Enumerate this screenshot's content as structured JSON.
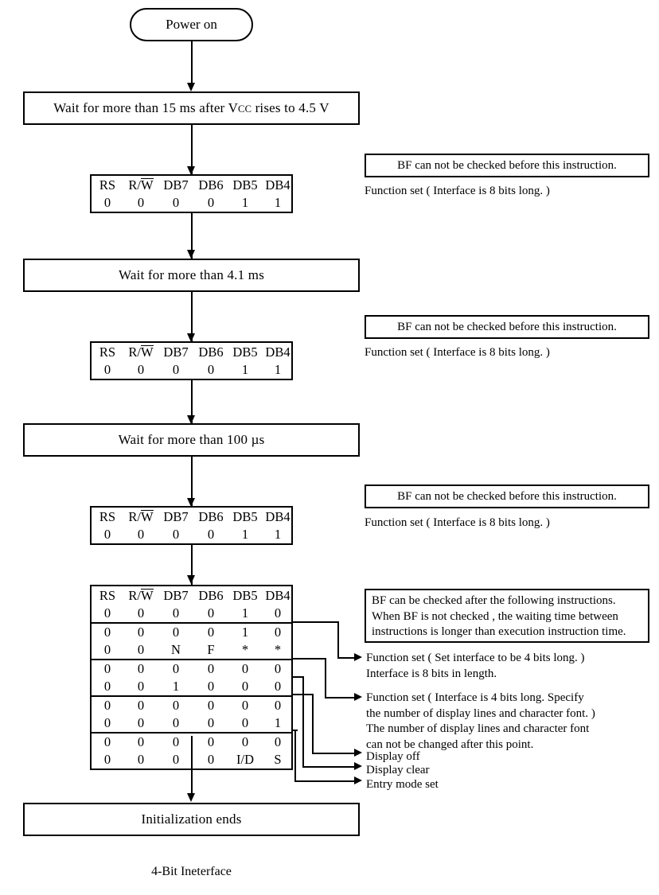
{
  "diagram": {
    "caption": "4-Bit Ineterface",
    "start": {
      "label": "Power on"
    },
    "waits": [
      {
        "label": "Wait for more than 15 ms after V",
        "sub": "CC",
        "label2": " rises to 4.5 V"
      },
      {
        "label": "Wait for more than 4.1 ms"
      },
      {
        "label": "Wait for more than 100 µs"
      }
    ],
    "end": {
      "label": "Initialization ends"
    },
    "table_headers": [
      "RS",
      "R/W",
      "DB7",
      "DB6",
      "DB5",
      "DB4"
    ],
    "header_overline_col": "W",
    "tables": [
      {
        "rows": [
          [
            "0",
            "0",
            "0",
            "0",
            "1",
            "1"
          ]
        ]
      },
      {
        "rows": [
          [
            "0",
            "0",
            "0",
            "0",
            "1",
            "1"
          ]
        ]
      },
      {
        "rows": [
          [
            "0",
            "0",
            "0",
            "0",
            "1",
            "1"
          ]
        ]
      }
    ],
    "main_table": {
      "groups": [
        {
          "rows": [
            [
              "0",
              "0",
              "0",
              "0",
              "1",
              "0"
            ]
          ]
        },
        {
          "rows": [
            [
              "0",
              "0",
              "0",
              "0",
              "1",
              "0"
            ],
            [
              "0",
              "0",
              "N",
              "F",
              "*",
              "*"
            ]
          ]
        },
        {
          "rows": [
            [
              "0",
              "0",
              "0",
              "0",
              "0",
              "0"
            ],
            [
              "0",
              "0",
              "1",
              "0",
              "0",
              "0"
            ]
          ]
        },
        {
          "rows": [
            [
              "0",
              "0",
              "0",
              "0",
              "0",
              "0"
            ],
            [
              "0",
              "0",
              "0",
              "0",
              "0",
              "1"
            ]
          ]
        },
        {
          "rows": [
            [
              "0",
              "0",
              "0",
              "0",
              "0",
              "0"
            ],
            [
              "0",
              "0",
              "0",
              "0",
              "I/D",
              "S"
            ]
          ]
        }
      ]
    },
    "notes": {
      "bf_not_checked": "BF can not be checked before this instruction.",
      "function_set_8bit": "Function set ( Interface is 8 bits long. )",
      "bf_checked_block": "BF can  be checked after the following instructions.\nWhen BF is not checked , the waiting time between\ninstructions is longer than execution instruction time.",
      "ann_function_set_4bit_a": "Function set ( Set interface to be 4 bits long. )\nInterface is 8 bits in length.",
      "ann_function_set_4bit_b": "Function set ( Interface is 4 bits long. Specify\nthe number of display lines and   character font. )\nThe number of display lines and character font\ncan not be changed after this point.",
      "ann_display_off": "Display off",
      "ann_display_clear": "Display clear",
      "ann_entry_mode_set": "Entry mode set"
    }
  }
}
